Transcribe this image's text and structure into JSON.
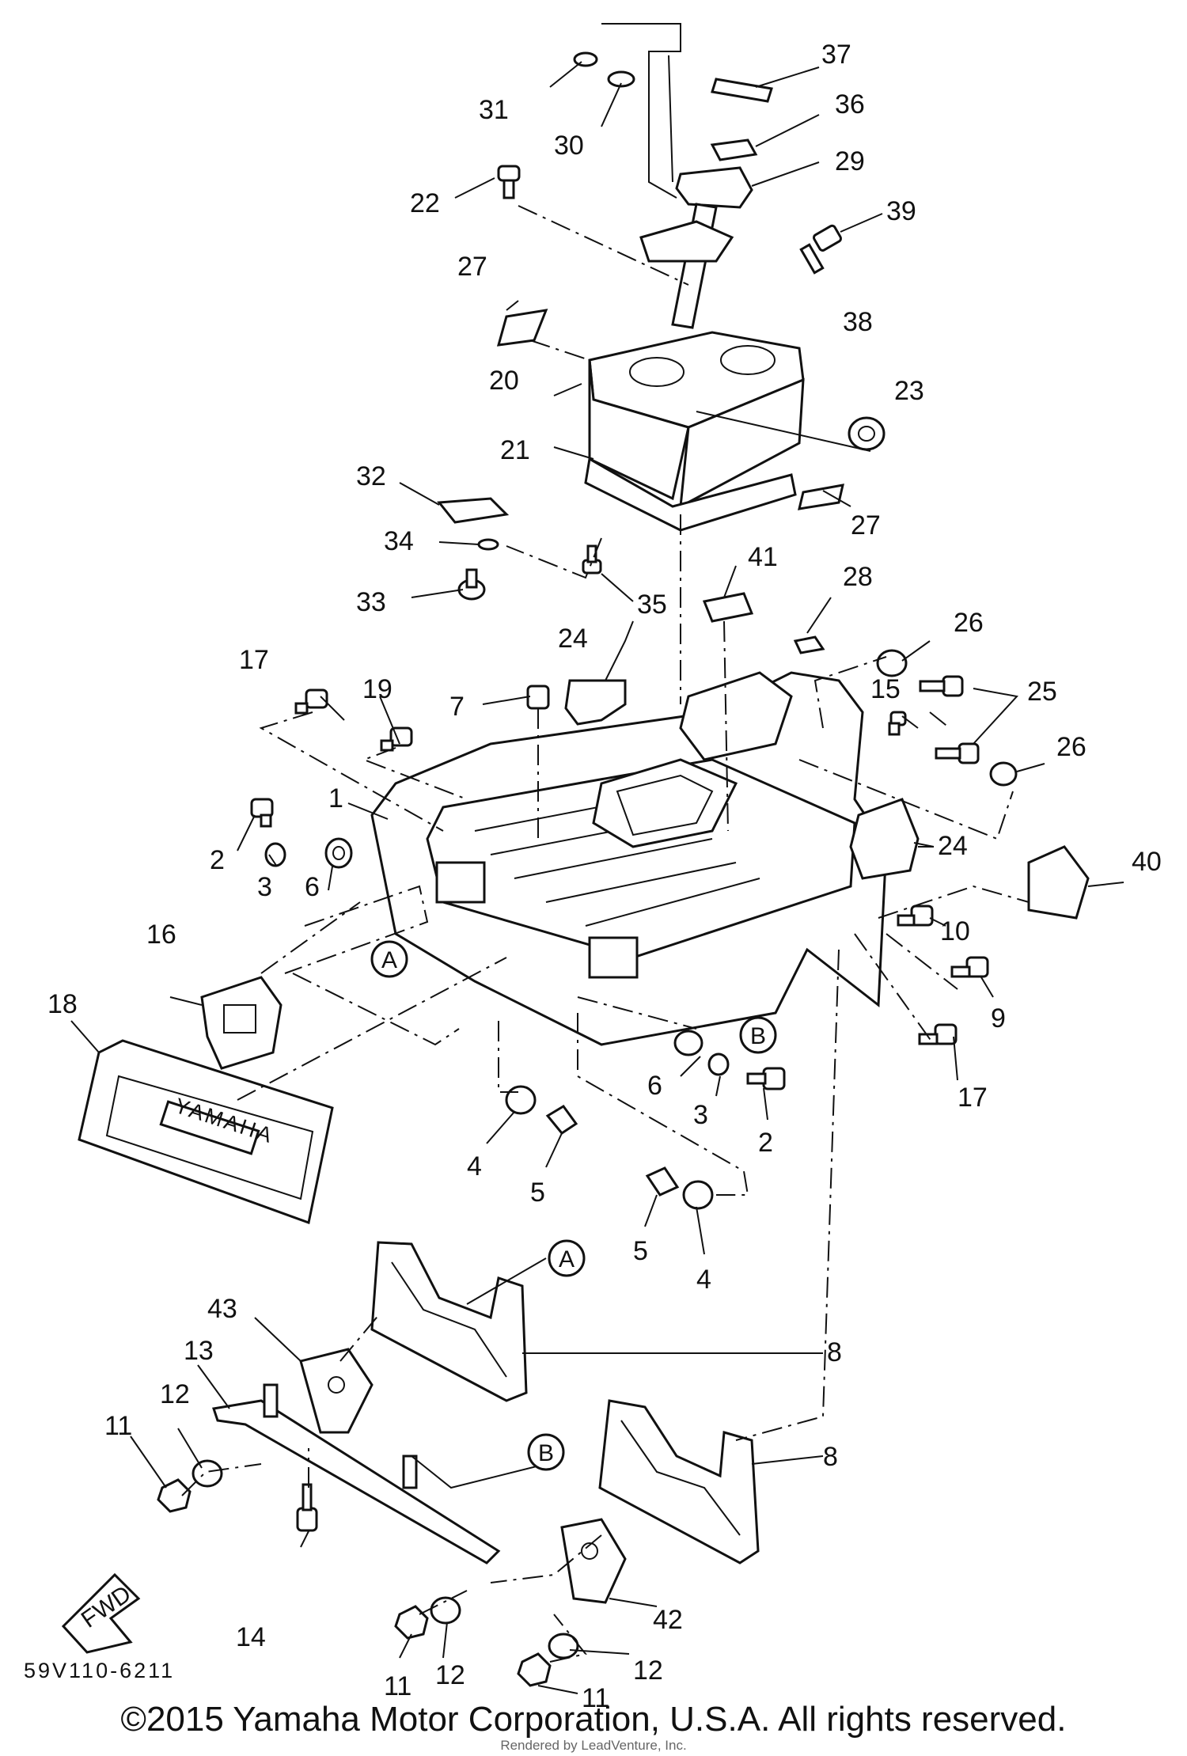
{
  "diagram_code": "59V110-6211",
  "copyright": "©2015 Yamaha Motor Corporation, U.S.A. All rights reserved.",
  "rendered_by": "Rendered by LeadVenture, Inc.",
  "fwd_label": "FWD",
  "brand_on_grille": "YAMAHA",
  "ref_tags": {
    "a": "A",
    "b": "B"
  },
  "callouts": {
    "p1": "1",
    "p2a": "2",
    "p2b": "2",
    "p3a": "3",
    "p3b": "3",
    "p4a": "4",
    "p4b": "4",
    "p5a": "5",
    "p5b": "5",
    "p6a": "6",
    "p6b": "6",
    "p7": "7",
    "p8a": "8",
    "p8b": "8",
    "p9": "9",
    "p10": "10",
    "p11a": "11",
    "p11b": "11",
    "p11c": "11",
    "p12a": "12",
    "p12b": "12",
    "p12c": "12",
    "p13": "13",
    "p14": "14",
    "p15": "15",
    "p16": "16",
    "p17a": "17",
    "p17b": "17",
    "p18": "18",
    "p19": "19",
    "p20": "20",
    "p21": "21",
    "p22": "22",
    "p23": "23",
    "p24a": "24",
    "p24b": "24",
    "p25": "25",
    "p26a": "26",
    "p26b": "26",
    "p27a": "27",
    "p27b": "27",
    "p28": "28",
    "p29": "29",
    "p30": "30",
    "p31": "31",
    "p32": "32",
    "p33": "33",
    "p34": "34",
    "p35": "35",
    "p36": "36",
    "p37": "37",
    "p38": "38",
    "p39": "39",
    "p40": "40",
    "p41": "41",
    "p42": "42",
    "p43": "43"
  }
}
